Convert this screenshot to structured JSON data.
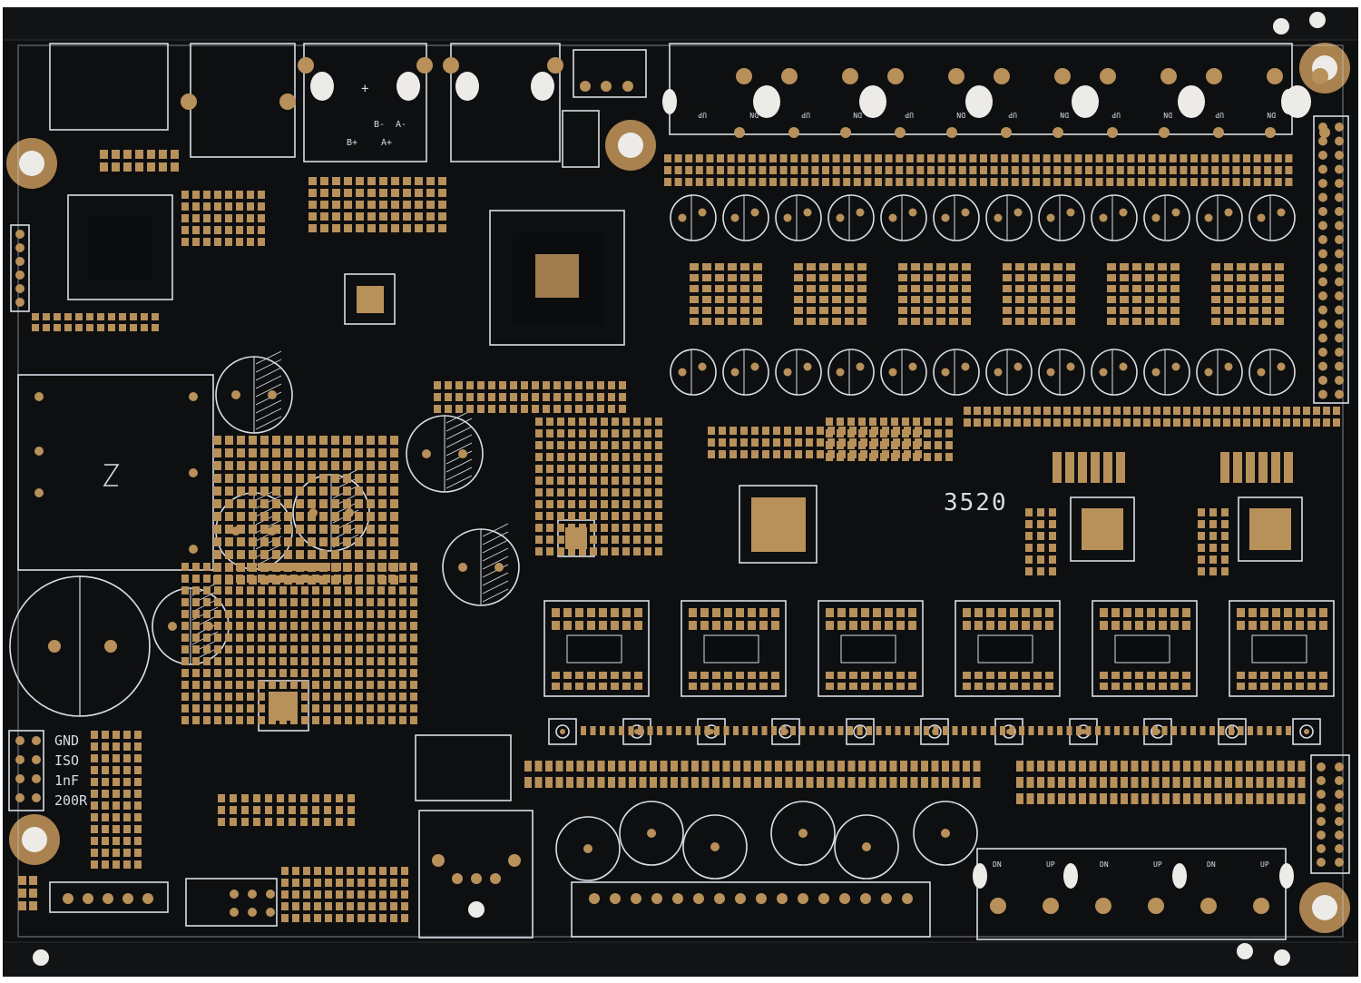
{
  "board": {
    "colors": {
      "soldermask": "#0e0f10",
      "copper_pad": "#b8905a",
      "silkscreen": "#d8dde6",
      "drill": "#ecebe8",
      "background": "#ffffff"
    },
    "marking": "3520",
    "jumper_labels": [
      "GND",
      "ISO",
      "1nF",
      "200R"
    ],
    "top_connector_labels": [
      "UP",
      "DN",
      "UP",
      "DN",
      "UP",
      "DN",
      "UP",
      "DN",
      "UP",
      "DN",
      "UP",
      "DN"
    ],
    "bottom_connector_labels": [
      "DN",
      "UP",
      "DN",
      "UP",
      "DN",
      "UP"
    ],
    "rs485_labels": [
      "B-",
      "A-",
      "B+",
      "A+"
    ],
    "plus_label": "+"
  }
}
